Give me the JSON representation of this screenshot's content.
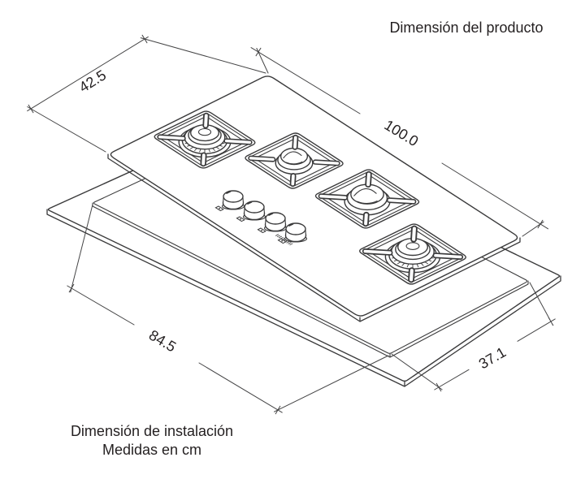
{
  "titles": {
    "product": "Dimensión del producto",
    "installation": "Dimensión de instalación",
    "units": "Medidas en cm"
  },
  "dimensions": {
    "product_depth_cm": "42.5",
    "product_width_cm": "100.0",
    "install_width_cm": "84.5",
    "install_depth_cm": "37.1"
  },
  "figure": {
    "subject": "4-burner gas cooktop isometric drawing",
    "burner_count": 4,
    "knob_count": 4
  },
  "colors": {
    "line": "#3a3a3b",
    "text": "#231f20",
    "background": "#ffffff"
  }
}
